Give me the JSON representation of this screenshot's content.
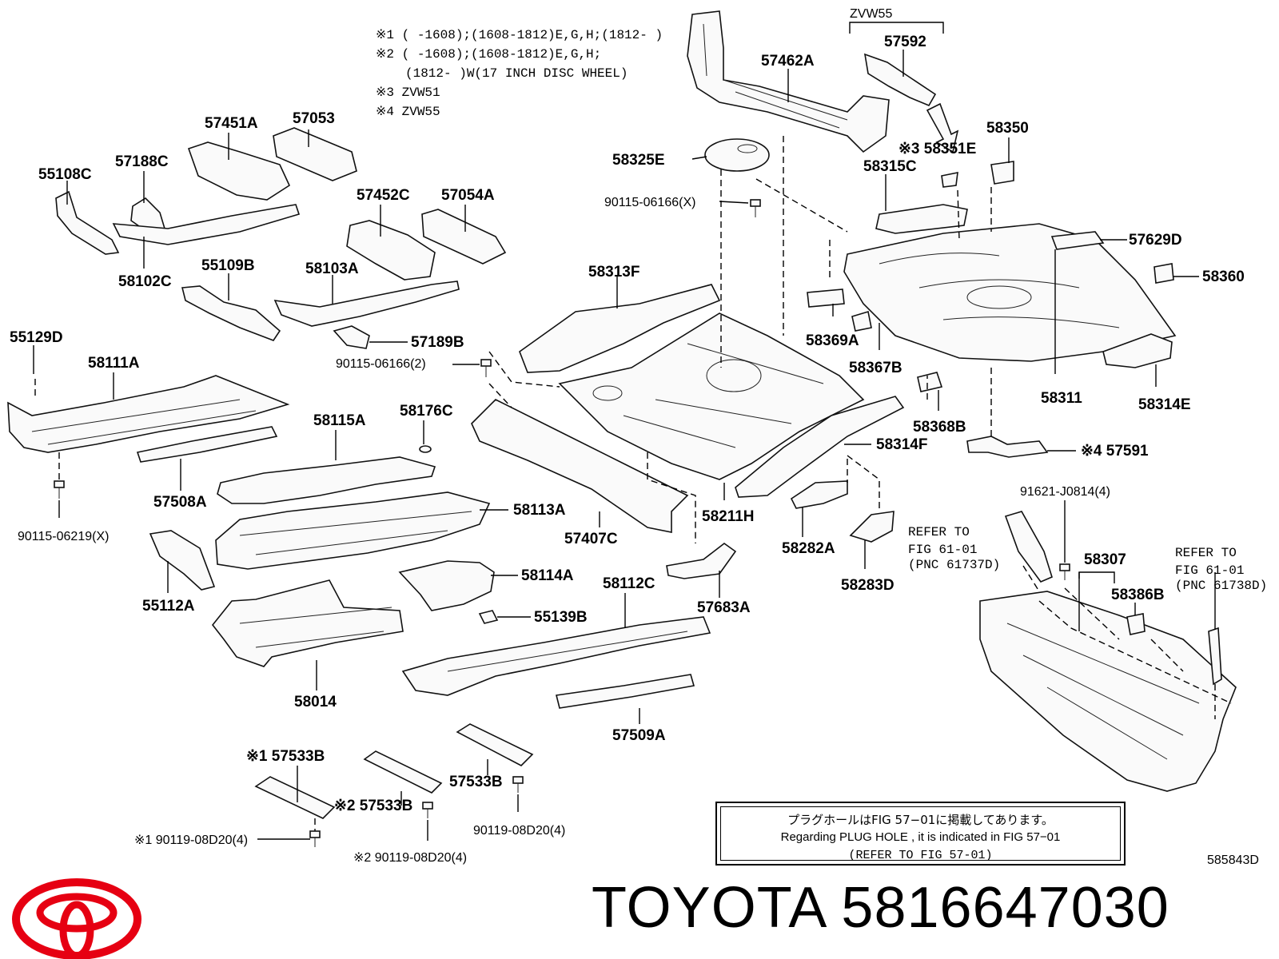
{
  "notes": {
    "n1": "※1 (      -1608);(1608-1812)E,G,H;(1812-      )",
    "n2": "※2 (      -1608);(1608-1812)E,G,H;",
    "n2b": "(1812-      )W(17 INCH DISC WHEEL)",
    "n3": "※3 ZVW51",
    "n4": "※4 ZVW55"
  },
  "group_label": "ZVW55",
  "parts": [
    {
      "id": "57592",
      "text": "57592"
    },
    {
      "id": "57462A",
      "text": "57462A"
    },
    {
      "id": "58350",
      "text": "58350"
    },
    {
      "id": "58351E",
      "text": "※3 58351E"
    },
    {
      "id": "58325E",
      "text": "58325E"
    },
    {
      "id": "58315C",
      "text": "58315C"
    },
    {
      "id": "90115-06166X",
      "text": "90115-06166(X)"
    },
    {
      "id": "57629D",
      "text": "57629D"
    },
    {
      "id": "58360",
      "text": "58360"
    },
    {
      "id": "57451A",
      "text": "57451A"
    },
    {
      "id": "57053",
      "text": "57053"
    },
    {
      "id": "55108C",
      "text": "55108C"
    },
    {
      "id": "57188C",
      "text": "57188C"
    },
    {
      "id": "57452C",
      "text": "57452C"
    },
    {
      "id": "57054A",
      "text": "57054A"
    },
    {
      "id": "58102C",
      "text": "58102C"
    },
    {
      "id": "55109B",
      "text": "55109B"
    },
    {
      "id": "58103A",
      "text": "58103A"
    },
    {
      "id": "58313F",
      "text": "58313F"
    },
    {
      "id": "58369A",
      "text": "58369A"
    },
    {
      "id": "58367B",
      "text": "58367B"
    },
    {
      "id": "58311",
      "text": "58311"
    },
    {
      "id": "58314E",
      "text": "58314E"
    },
    {
      "id": "55129D",
      "text": "55129D"
    },
    {
      "id": "57189B",
      "text": "57189B"
    },
    {
      "id": "90115-06166-2",
      "text": "90115-06166(2)"
    },
    {
      "id": "58111A",
      "text": "58111A"
    },
    {
      "id": "58176C",
      "text": "58176C"
    },
    {
      "id": "58115A",
      "text": "58115A"
    },
    {
      "id": "58368B",
      "text": "58368B"
    },
    {
      "id": "58314F",
      "text": "58314F"
    },
    {
      "id": "57591",
      "text": "※4 57591"
    },
    {
      "id": "57508A",
      "text": "57508A"
    },
    {
      "id": "58113A",
      "text": "58113A"
    },
    {
      "id": "58211H",
      "text": "58211H"
    },
    {
      "id": "57407C",
      "text": "57407C"
    },
    {
      "id": "91621-J0814",
      "text": "91621-J0814(4)"
    },
    {
      "id": "90115-06219X",
      "text": "90115-06219(X)"
    },
    {
      "id": "58282A",
      "text": "58282A"
    },
    {
      "id": "58283D",
      "text": "58283D"
    },
    {
      "id": "58307",
      "text": "58307"
    },
    {
      "id": "58114A",
      "text": "58114A"
    },
    {
      "id": "55112A",
      "text": "55112A"
    },
    {
      "id": "58112C",
      "text": "58112C"
    },
    {
      "id": "57683A",
      "text": "57683A"
    },
    {
      "id": "58386B",
      "text": "58386B"
    },
    {
      "id": "55139B",
      "text": "55139B"
    },
    {
      "id": "58014",
      "text": "58014"
    },
    {
      "id": "57509A",
      "text": "57509A"
    },
    {
      "id": "57533B-1",
      "text": "※1 57533B"
    },
    {
      "id": "57533B-2",
      "text": "※2 57533B"
    },
    {
      "id": "57533B-3",
      "text": "57533B"
    },
    {
      "id": "90119-08D20-a",
      "text": "90119-08D20(4)"
    },
    {
      "id": "90119-08D20-1",
      "text": "※1 90119-08D20(4)"
    },
    {
      "id": "90119-08D20-2",
      "text": "※2 90119-08D20(4)"
    }
  ],
  "refs": [
    {
      "l1": "REFER TO",
      "l2": "FIG 61-01",
      "l3": "(PNC 61737D)"
    },
    {
      "l1": "REFER TO",
      "l2": "FIG 61-01",
      "l3": "(PNC 61738D)"
    }
  ],
  "plug_note": {
    "jp": "プラグホールはFIG 57−01に掲載してあります。",
    "en": "Regarding  PLUG  HOLE , it is indicated in FIG  57−01",
    "ref": "(REFER TO FIG 57-01)"
  },
  "diagram_code": "585843D",
  "brand": {
    "name": "TOYOTA",
    "part_number": "5816647030",
    "logo_color": "#e60012"
  }
}
